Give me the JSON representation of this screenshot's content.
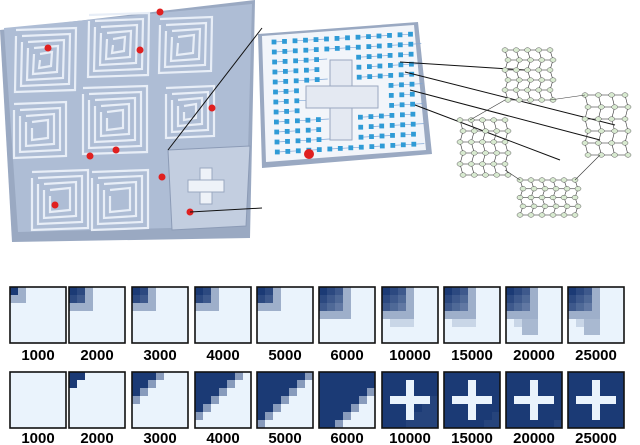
{
  "top_row_steps": [
    "1000",
    "2000",
    "3000",
    "4000",
    "5000",
    "6000",
    "10000",
    "15000",
    "20000",
    "25000"
  ],
  "bottom_row_steps": [
    "1000",
    "2000",
    "3000",
    "4000",
    "5000",
    "6000",
    "10000",
    "15000",
    "20000",
    "25000"
  ],
  "colors": {
    "maze_wall": "#aab8d0",
    "maze_floor": "#e9eef6",
    "room_node": "#2f9bd6",
    "marker": "#e02020",
    "heat_dark": "#10306e",
    "heat_light": "#eaf3fc",
    "graph_node": "#d8ead0"
  }
}
